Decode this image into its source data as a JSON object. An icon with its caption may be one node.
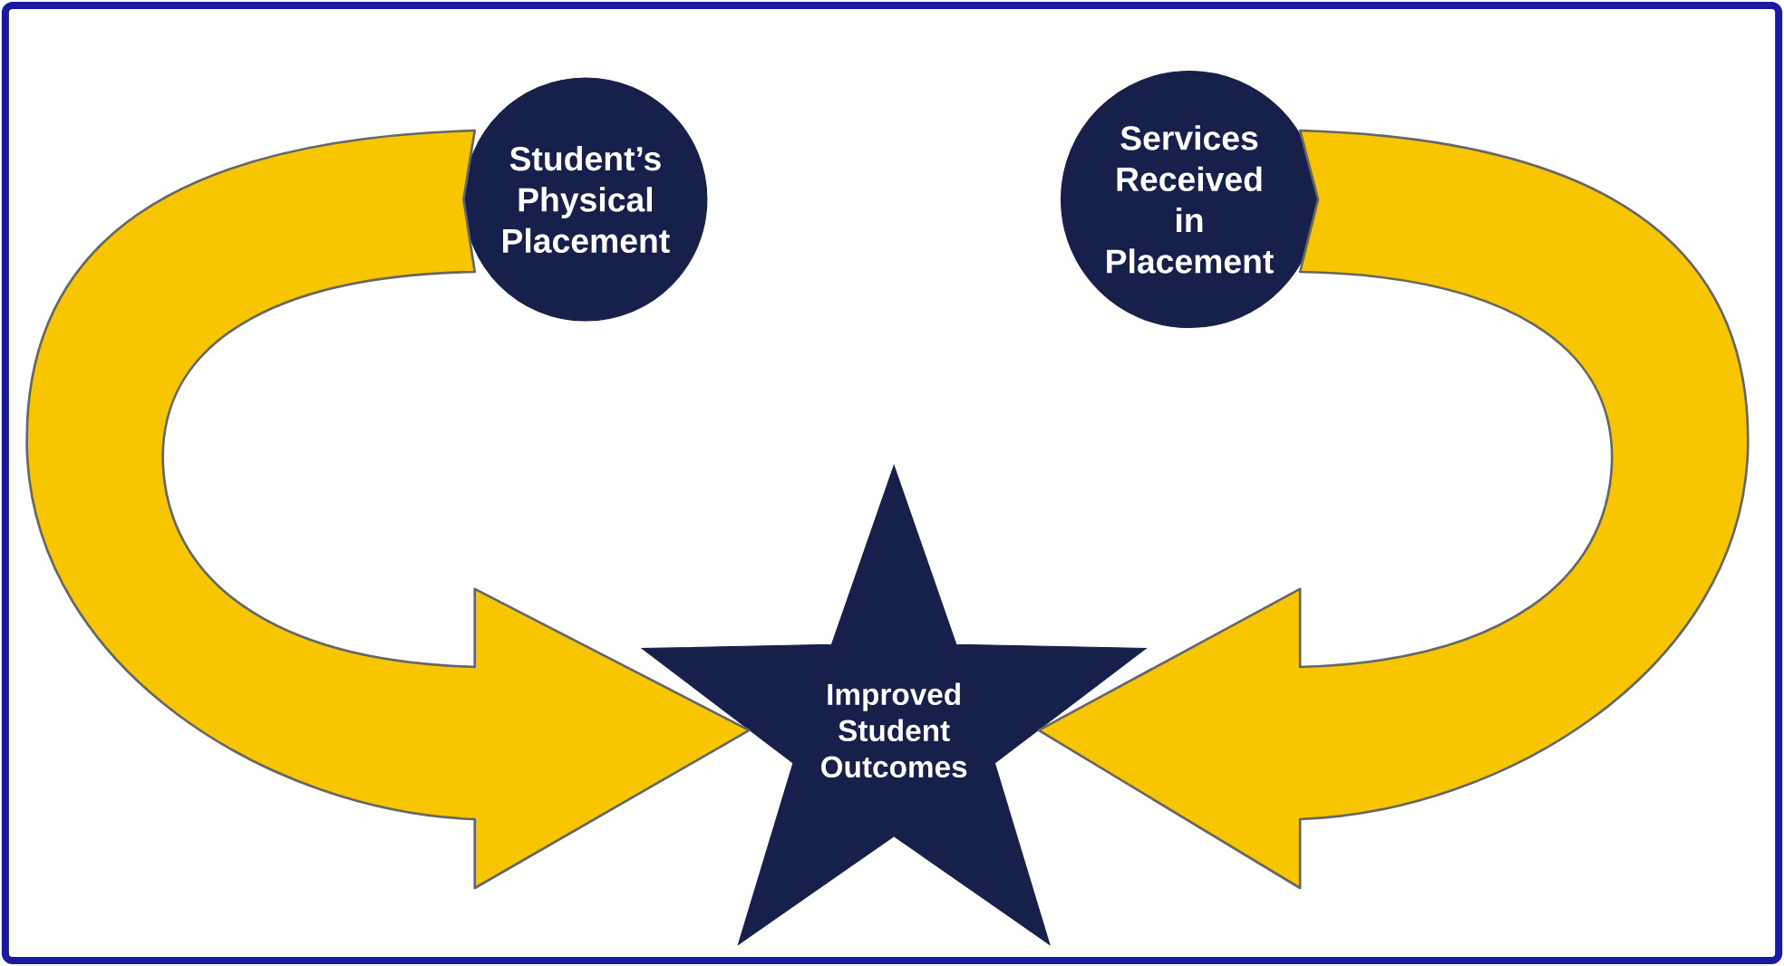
{
  "diagram": {
    "nodes": [
      {
        "text": [
          "Student’s Physical Placement"
        ]
      },
      {
        "text": [
          "Services Received in Placement"
        ]
      },
      {
        "text": [
          "Improved Student Outcomes"
        ]
      }
    ],
    "edges": [
      {
        "from": 0,
        "to": 2,
        "arrow": "to",
        "style": "thick"
      },
      {
        "from": 1,
        "to": 2,
        "arrow": "to",
        "style": "thick"
      }
    ]
  }
}
